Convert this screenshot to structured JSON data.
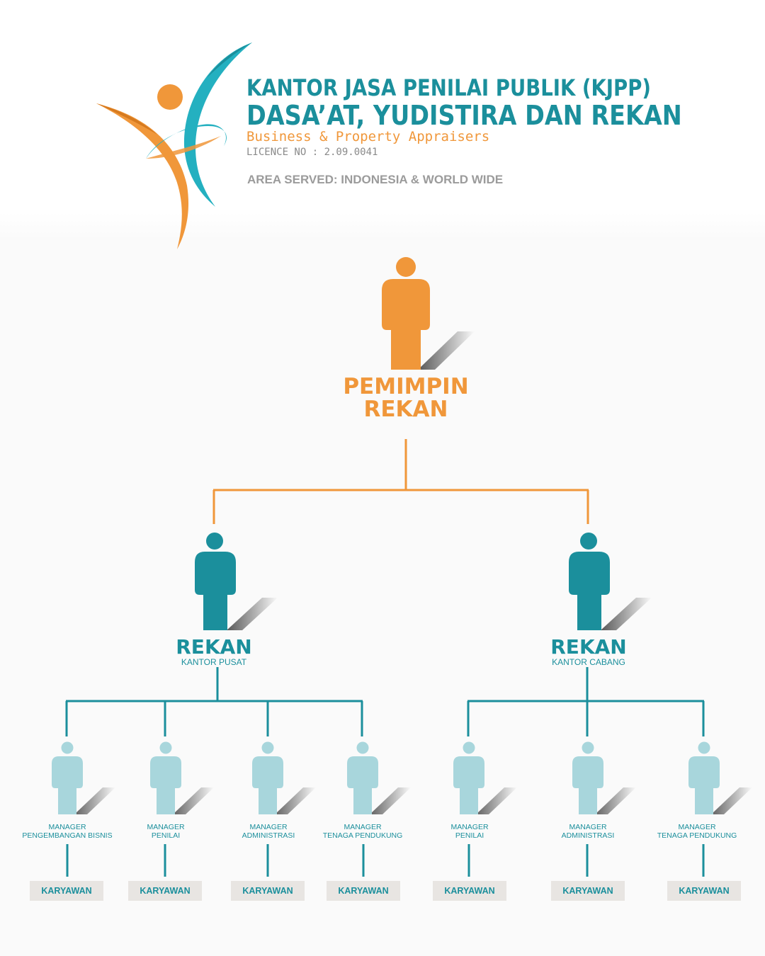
{
  "header": {
    "logo_name": "kjpp-logo",
    "title_line1": "KANTOR JASA PENILAI PUBLIK (KJPP)",
    "title_line2": "DASA’AT, YUDISTIRA DAN REKAN",
    "tagline": "Business & Property Appraisers",
    "licence": "LICENCE NO : 2.09.0041",
    "area_served": "AREA SERVED: INDONESIA & WORLD WIDE"
  },
  "colors": {
    "teal": "#1b8f9c",
    "orange": "#f0973a",
    "light_teal": "#a8d6dc",
    "staff_box": "#e8e5e2",
    "grey_text": "#9b9b9b"
  },
  "org": {
    "leader": {
      "title_line1": "PEMIMPIN",
      "title_line2": "REKAN",
      "icon": "person-icon"
    },
    "partners": [
      {
        "title": "REKAN",
        "subtitle": "KANTOR PUSAT",
        "icon": "person-icon",
        "managers": [
          {
            "line1": "MANAGER",
            "line2": "PENGEMBANGAN BISNIS",
            "staff": "KARYAWAN"
          },
          {
            "line1": "MANAGER",
            "line2": "PENILAI",
            "staff": "KARYAWAN"
          },
          {
            "line1": "MANAGER",
            "line2": "ADMINISTRASI",
            "staff": "KARYAWAN"
          },
          {
            "line1": "MANAGER",
            "line2": "TENAGA PENDUKUNG",
            "staff": "KARYAWAN"
          }
        ]
      },
      {
        "title": "REKAN",
        "subtitle": "KANTOR CABANG",
        "icon": "person-icon",
        "managers": [
          {
            "line1": "MANAGER",
            "line2": "PENILAI",
            "staff": "KARYAWAN"
          },
          {
            "line1": "MANAGER",
            "line2": "ADMINISTRASI",
            "staff": "KARYAWAN"
          },
          {
            "line1": "MANAGER",
            "line2": "TENAGA PENDUKUNG",
            "staff": "KARYAWAN"
          }
        ]
      }
    ]
  }
}
